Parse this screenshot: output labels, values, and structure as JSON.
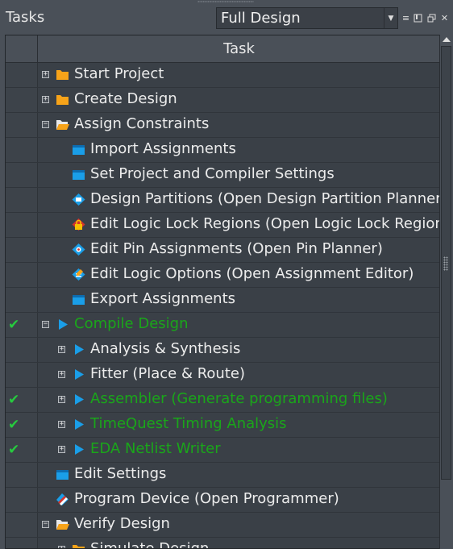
{
  "window": {
    "title": "Tasks"
  },
  "flow_selector": {
    "value": "Full Design"
  },
  "columns": {
    "task": "Task"
  },
  "colors": {
    "done": "#1aa61a",
    "check": "#27c93f",
    "folder": "#f7a319",
    "task_icon": "#1a9ee8"
  },
  "rows": [
    {
      "label": "Start Project",
      "indent": 0,
      "expander": "+",
      "icon": "folder-closed-icon",
      "done": false
    },
    {
      "label": "Create Design",
      "indent": 0,
      "expander": "+",
      "icon": "folder-closed-icon",
      "done": false
    },
    {
      "label": "Assign Constraints",
      "indent": 0,
      "expander": "−",
      "icon": "folder-open-icon",
      "done": false
    },
    {
      "label": "Import Assignments",
      "indent": 1,
      "expander": "",
      "icon": "window-icon",
      "done": false
    },
    {
      "label": "Set Project and Compiler Settings",
      "indent": 1,
      "expander": "",
      "icon": "window-icon",
      "done": false
    },
    {
      "label": "Design Partitions (Open Design Partition Planner)",
      "indent": 1,
      "expander": "",
      "icon": "partition-planner-icon",
      "done": false
    },
    {
      "label": "Edit Logic Lock Regions (Open Logic Lock Regions Window)",
      "indent": 1,
      "expander": "",
      "icon": "logic-lock-icon",
      "done": false
    },
    {
      "label": "Edit Pin Assignments (Open Pin Planner)",
      "indent": 1,
      "expander": "",
      "icon": "pin-planner-icon",
      "done": false
    },
    {
      "label": "Edit Logic Options (Open Assignment Editor)",
      "indent": 1,
      "expander": "",
      "icon": "assignment-editor-icon",
      "done": false
    },
    {
      "label": "Export Assignments",
      "indent": 1,
      "expander": "",
      "icon": "window-icon",
      "done": false
    },
    {
      "label": "Compile Design",
      "indent": 0,
      "expander": "−",
      "icon": "play-icon",
      "done": true
    },
    {
      "label": "Analysis & Synthesis",
      "indent": 1,
      "expander": "+",
      "icon": "play-icon",
      "done": false
    },
    {
      "label": "Fitter (Place & Route)",
      "indent": 1,
      "expander": "+",
      "icon": "play-icon",
      "done": false
    },
    {
      "label": "Assembler (Generate programming files)",
      "indent": 1,
      "expander": "+",
      "icon": "play-icon",
      "done": true
    },
    {
      "label": "TimeQuest Timing Analysis",
      "indent": 1,
      "expander": "+",
      "icon": "play-icon",
      "done": true
    },
    {
      "label": "EDA Netlist Writer",
      "indent": 1,
      "expander": "+",
      "icon": "play-icon",
      "done": true
    },
    {
      "label": "Edit Settings",
      "indent": 0,
      "expander": "",
      "icon": "window-icon",
      "done": false
    },
    {
      "label": "Program Device (Open Programmer)",
      "indent": 0,
      "expander": "",
      "icon": "programmer-icon",
      "done": false
    },
    {
      "label": "Verify Design",
      "indent": 0,
      "expander": "−",
      "icon": "folder-open-icon",
      "done": false
    },
    {
      "label": "Simulate Design",
      "indent": 1,
      "expander": "+",
      "icon": "folder-closed-icon",
      "done": false
    }
  ]
}
